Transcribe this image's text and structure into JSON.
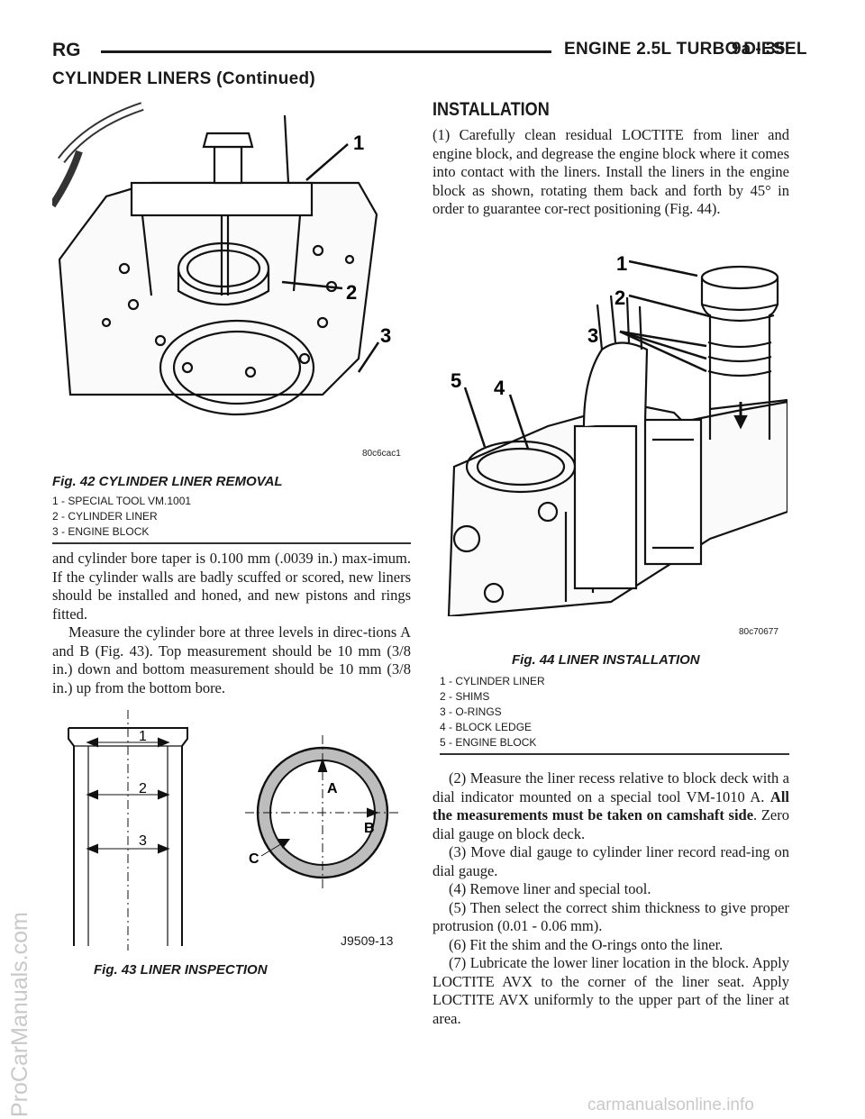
{
  "header": {
    "left": "RG",
    "center": "ENGINE 2.5L TURBO DIESEL",
    "page": "9a - 35"
  },
  "section_heading": "CYLINDER LINERS (Continued)",
  "fig42": {
    "code": "80c6cac1",
    "title": "Fig. 42 CYLINDER LINER REMOVAL",
    "callouts": [
      "1",
      "2",
      "3"
    ],
    "legend": [
      "1 - SPECIAL TOOL VM.1001",
      "2 - CYLINDER LINER",
      "3 - ENGINE BLOCK"
    ]
  },
  "left_text": {
    "p1": "and cylinder bore taper is 0.100 mm (.0039 in.) max-imum. If the cylinder walls are badly scuffed or scored, new liners should be installed and honed, and new pistons and rings fitted.",
    "p2": "Measure the cylinder bore at three levels in direc-tions A and B (Fig. 43). Top measurement should be 10 mm (3/8 in.) down and bottom measurement should be 10 mm (3/8 in.) up from the bottom bore."
  },
  "fig43": {
    "code": "J9509-13",
    "title": "Fig. 43 LINER INSPECTION",
    "levels": [
      "1",
      "2",
      "3"
    ],
    "dirs": [
      "A",
      "B",
      "C"
    ]
  },
  "installation": {
    "heading": "INSTALLATION",
    "step1": "(1) Carefully clean residual LOCTITE from liner and engine block, and degrease the engine block where it comes into contact with the liners. Install the liners in the engine block as shown, rotating them back and forth by 45° in order to guarantee cor-rect positioning (Fig. 44).",
    "step2_a": "(2) Measure the liner recess relative to block deck with a dial indicator mounted on a special tool VM-1010 A. ",
    "step2_bold": "All the measurements must be taken on camshaft side",
    "step2_b": ". Zero dial gauge on block deck.",
    "step3": "(3) Move dial gauge to cylinder liner record read-ing on dial gauge.",
    "step4": "(4) Remove liner and special tool.",
    "step5": "(5) Then select the correct shim thickness to give proper protrusion (0.01 - 0.06 mm).",
    "step6": "(6) Fit the shim and the O-rings onto the liner.",
    "step7": "(7) Lubricate the lower liner location in the block. Apply LOCTITE AVX to the corner of the liner seat. Apply LOCTITE AVX uniformly to the upper part of the liner at area."
  },
  "fig44": {
    "code": "80c70677",
    "title": "Fig. 44 LINER INSTALLATION",
    "callouts": [
      "1",
      "2",
      "3",
      "4",
      "5"
    ],
    "legend": [
      "1 - CYLINDER LINER",
      "2 - SHIMS",
      "3 - O-RINGS",
      "4 - BLOCK LEDGE",
      "5 - ENGINE BLOCK"
    ]
  },
  "watermarks": {
    "side": "ProCarManuals.com",
    "bottom": "carmanualsonline.info"
  }
}
